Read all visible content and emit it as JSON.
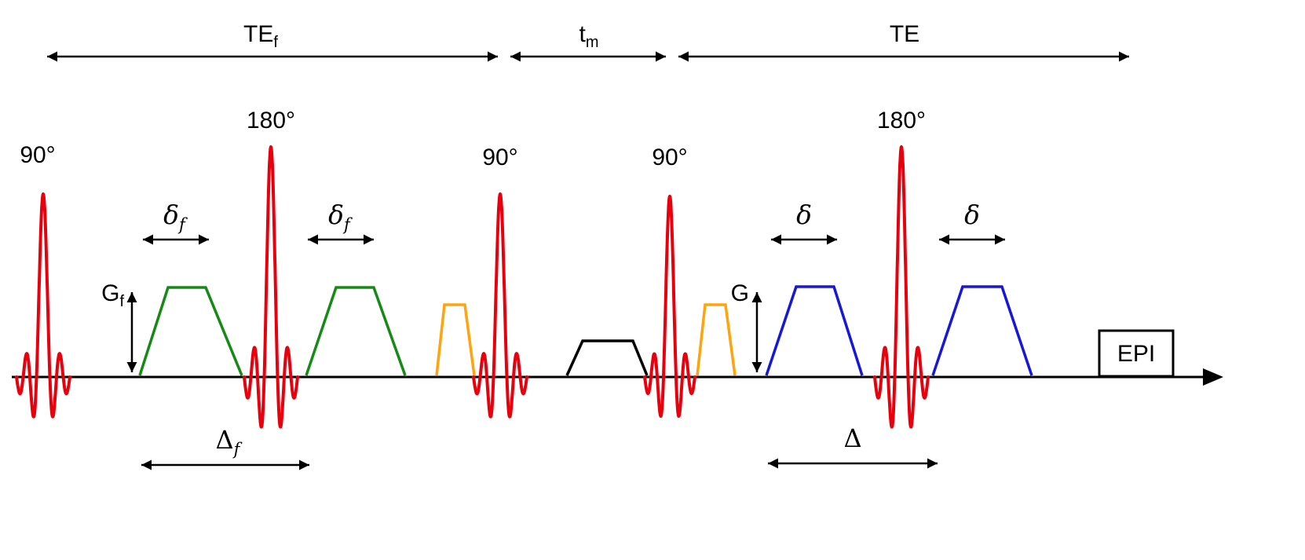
{
  "colors": {
    "rf_pulse": "#e8000d",
    "filter_gradient": "#168a16",
    "crusher_gradient": "#ffa40d",
    "mixing_gradient": "#000000",
    "diffusion_gradient": "#1717dc",
    "lines": "#000000"
  },
  "timing_intervals": {
    "te_f": {
      "text": "TE",
      "sub": "f"
    },
    "t_m": {
      "text": "t",
      "sub": "m"
    },
    "te": {
      "text": "TE",
      "sub": ""
    }
  },
  "rf_pulses": {
    "pulse_1": "90°",
    "pulse_2": "180°",
    "pulse_3": "90°",
    "pulse_4": "90°",
    "pulse_5": "180°"
  },
  "gradient_labels": {
    "amplitude_f": {
      "text": "G",
      "sub": "f"
    },
    "amplitude": {
      "text": "G",
      "sub": ""
    },
    "duration_f": {
      "text": "δ",
      "sub": "f"
    },
    "duration": {
      "text": "δ",
      "sub": ""
    },
    "separation_f": {
      "text": "Δ",
      "sub": "f"
    },
    "separation": {
      "text": "Δ",
      "sub": ""
    }
  },
  "readout": {
    "label": "EPI"
  }
}
